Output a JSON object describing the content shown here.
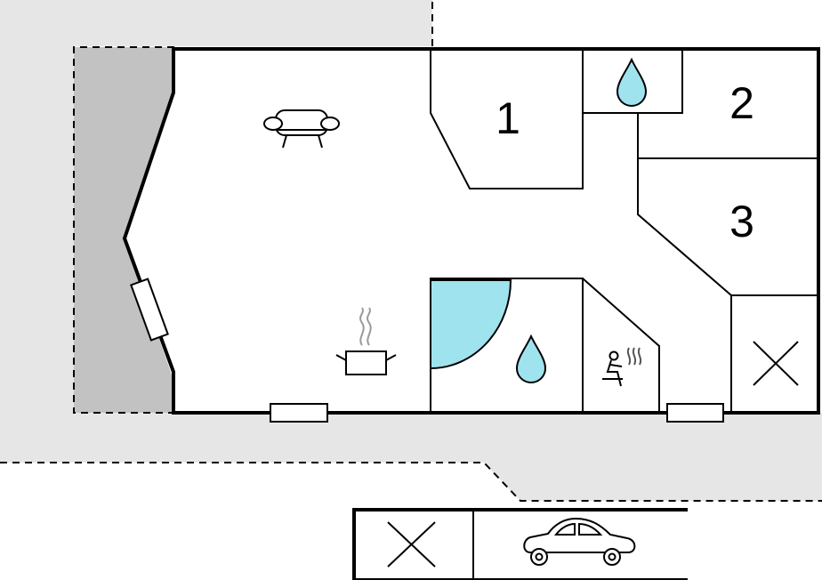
{
  "rooms": [
    {
      "id": "bedroom-1",
      "label": "1"
    },
    {
      "id": "bedroom-2",
      "label": "2"
    },
    {
      "id": "bedroom-3",
      "label": "3"
    }
  ],
  "icons": {
    "living": "sofa-icon",
    "kitchen": "cooking-pot-icon",
    "bathroom_1": "water-drop-icon",
    "bathroom_2": "water-drop-icon",
    "shower": "shower-quarter-circle-icon",
    "sauna": "sauna-icon",
    "storage_1": "cross-icon",
    "storage_2": "cross-icon",
    "garage": "car-icon"
  },
  "colors": {
    "wall": "#000000",
    "floor": "#ffffff",
    "terrace": "#e6e6e6",
    "covered_terrace": "#c2c2c2",
    "water": "#9fe3ef",
    "line": "#000000"
  }
}
